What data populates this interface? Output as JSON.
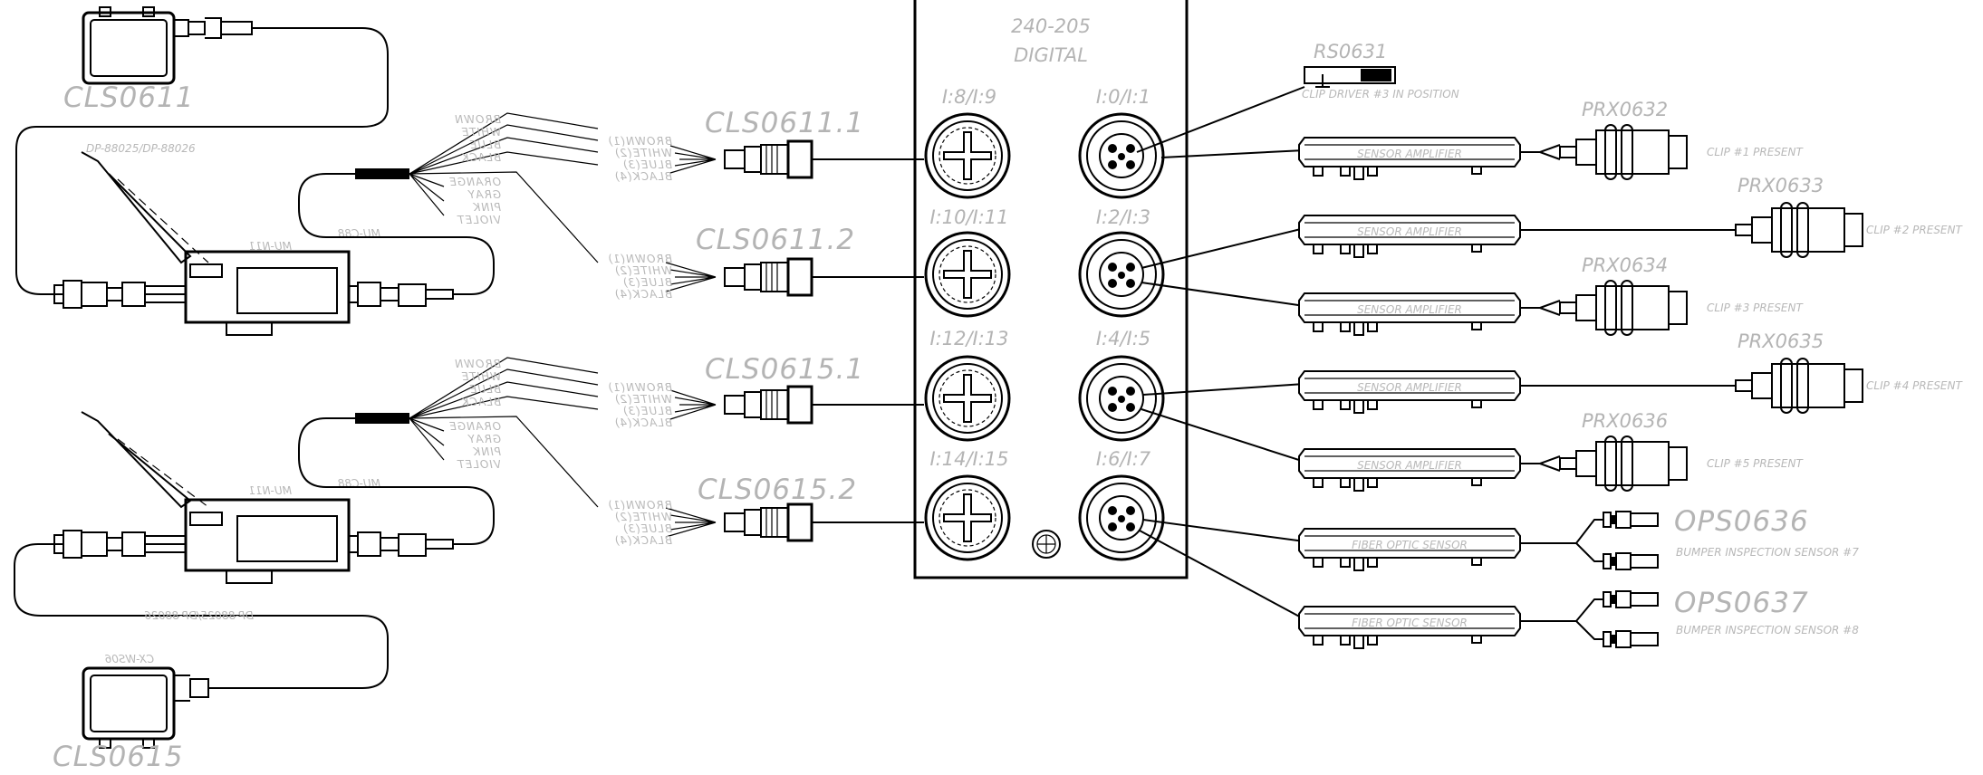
{
  "module": {
    "model": "240-205",
    "type": "DIGITAL"
  },
  "ports_left": [
    "I:8/I:9",
    "I:10/I:11",
    "I:12/I:13",
    "I:14/I:15"
  ],
  "ports_right": [
    "I:0/I:1",
    "I:2/I:3",
    "I:4/I:5",
    "I:6/I:7"
  ],
  "cables": [
    "CLS0611.1",
    "CLS0611.2",
    "CLS0615.1",
    "CLS0615.2"
  ],
  "wire_colors": [
    "BROWN(1)",
    "WHITE(2)",
    "BLUE(3)",
    "BLACK(4)"
  ],
  "sensors_left": [
    "CLS0611",
    "CLS0615"
  ],
  "fiber_part": "DP-88025/DP-88026",
  "fiber_part_mirrored": "DP-88025/DP-88026",
  "amp_model": "MU-N11",
  "cable_model": "MU-C88",
  "top_sensor_note": "CX-WS06",
  "leads": [
    "BROWN",
    "WHITE",
    "BLUE",
    "BLACK",
    "ORANGE",
    "GRAY",
    "PINK",
    "VIOLET"
  ],
  "switch": {
    "tag": "RS0631",
    "desc": "CLIP DRIVER #3 IN POSITION"
  },
  "amplifiers": [
    "SENSOR AMPLIFIER",
    "SENSOR AMPLIFIER",
    "SENSOR AMPLIFIER",
    "SENSOR AMPLIFIER",
    "SENSOR AMPLIFIER",
    "FIBER OPTIC SENSOR",
    "FIBER OPTIC SENSOR"
  ],
  "prox": [
    {
      "tag": "PRX0632",
      "desc": "CLIP #1 PRESENT"
    },
    {
      "tag": "PRX0633",
      "desc": "CLIP #2 PRESENT"
    },
    {
      "tag": "PRX0634",
      "desc": "CLIP #3 PRESENT"
    },
    {
      "tag": "PRX0635",
      "desc": "CLIP #4 PRESENT"
    },
    {
      "tag": "PRX0636",
      "desc": "CLIP #5 PRESENT"
    }
  ],
  "optical": [
    {
      "tag": "OPS0636",
      "desc": "BUMPER INSPECTION SENSOR #7"
    },
    {
      "tag": "OPS0637",
      "desc": "BUMPER INSPECTION SENSOR #8"
    }
  ]
}
